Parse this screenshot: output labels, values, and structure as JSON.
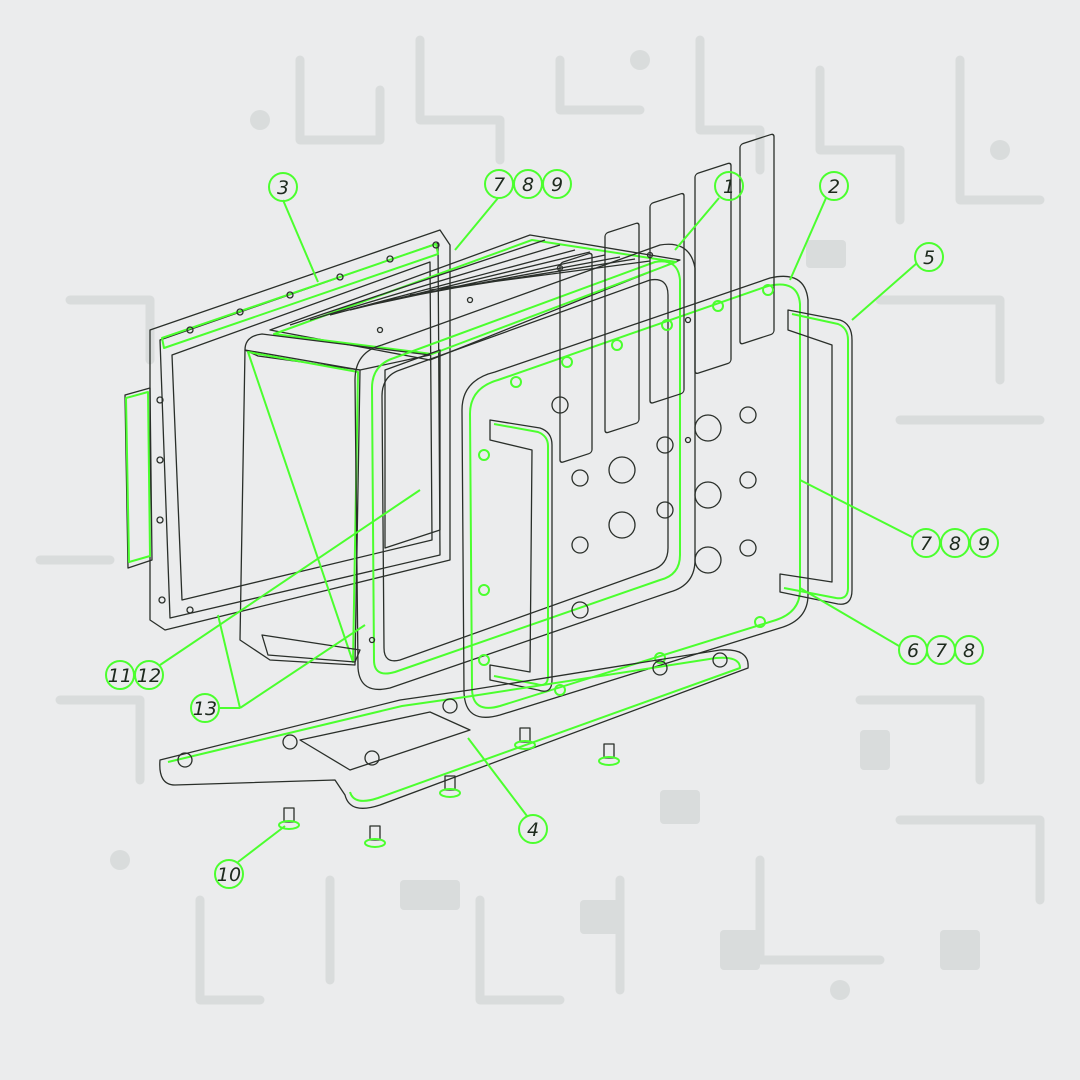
{
  "colors": {
    "background": "#ebeced",
    "accent_green": "#4bff2e",
    "outline": "#2a2f2a",
    "circuit_trace": "#d9dcdc"
  },
  "callouts": [
    {
      "id": "c1",
      "numbers": [
        "1"
      ]
    },
    {
      "id": "c2",
      "numbers": [
        "2"
      ]
    },
    {
      "id": "c3",
      "numbers": [
        "3"
      ]
    },
    {
      "id": "c4",
      "numbers": [
        "4"
      ]
    },
    {
      "id": "c5",
      "numbers": [
        "5"
      ]
    },
    {
      "id": "c789top",
      "numbers": [
        "7",
        "8",
        "9"
      ]
    },
    {
      "id": "c789right",
      "numbers": [
        "7",
        "8",
        "9"
      ]
    },
    {
      "id": "c678",
      "numbers": [
        "6",
        "7",
        "8"
      ]
    },
    {
      "id": "c1112",
      "numbers": [
        "11",
        "12"
      ]
    },
    {
      "id": "c13",
      "numbers": [
        "13"
      ]
    },
    {
      "id": "c10",
      "numbers": [
        "10"
      ]
    }
  ]
}
